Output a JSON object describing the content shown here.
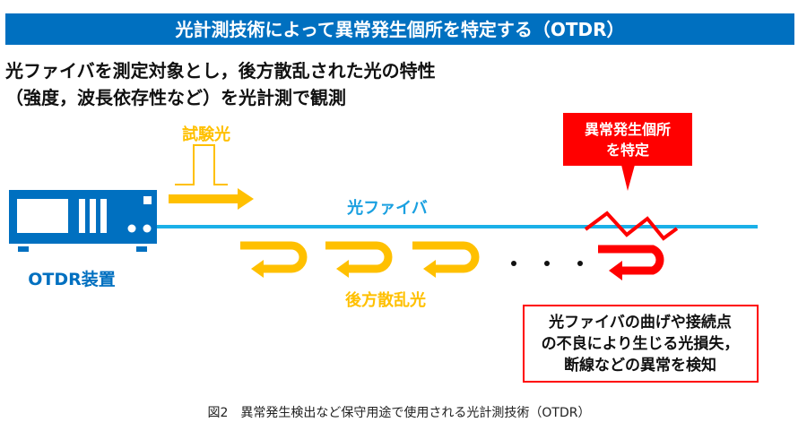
{
  "title": "光計測技術によって異常発生個所を特定する（OTDR）",
  "description": [
    "光ファイバを測定対象とし，後方散乱された光の特性",
    "（強度，波長依存性など）を光計測で観測"
  ],
  "labels": {
    "test_light": "試験光",
    "fiber": "光ファイバ",
    "device": "OTDR装置",
    "backscatter": "後方散乱光"
  },
  "callout": [
    "異常発生個所",
    "を特定"
  ],
  "note": [
    "光ファイバの曲げや接続点",
    "の不良により生じる光損失，",
    "断線などの異常を検知"
  ],
  "caption": "図2　異常発生検出など保守用途で使用される光計測技術（OTDR）",
  "colors": {
    "blue": "#0070c0",
    "fiber": "#1ab0e8",
    "orange": "#ffc000",
    "red": "#ff0000"
  }
}
